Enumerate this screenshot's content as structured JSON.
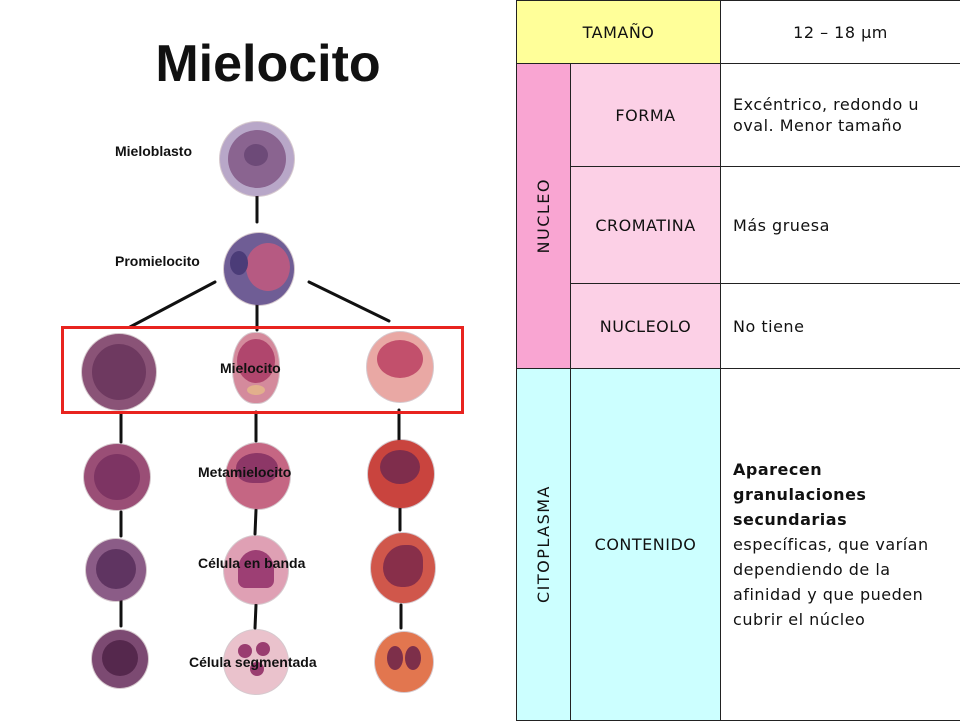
{
  "title": "Mielocito",
  "stages": {
    "mieloblasto": "Mieloblasto",
    "promielocito": "Promielocito",
    "mielocito": "Mielocito",
    "metamielocito": "Metamielocito",
    "celula_banda": "Célula en banda",
    "celula_segmentada": "Célula segmentada"
  },
  "colors": {
    "highlight_border": "#e8231f",
    "size_header_bg": "#ffff99",
    "nucleo_group_bg": "#f9a5d2",
    "nucleo_row_bg": "#fcd0e6",
    "citoplasma_bg": "#ccffff"
  },
  "table": {
    "tamano_label": "TAMAÑO",
    "tamano_value": "12 – 18 µm",
    "nucleo_group": "NUCLEO",
    "forma_label": "FORMA",
    "forma_value": "Excéntrico, redondo u oval. Menor tamaño",
    "cromatina_label": "CROMATINA",
    "cromatina_value": "Más gruesa",
    "nucleolo_label": "NUCLEOLO",
    "nucleolo_value": "No tiene",
    "citoplasma_group": "CITOPLASMA",
    "contenido_label": "CONTENIDO",
    "contenido_bold": "Aparecen granulaciones secundarias",
    "contenido_rest": "específicas, que varían dependiendo de la afinidad y que pueden cubrir el núcleo"
  }
}
